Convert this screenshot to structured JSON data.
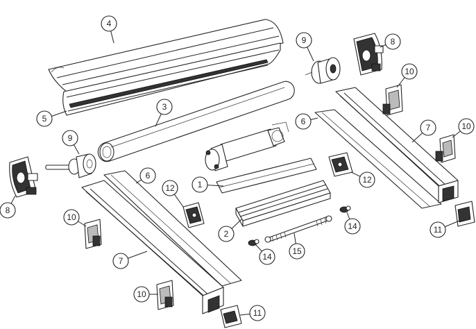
{
  "callouts": [
    {
      "id": "c1",
      "label": "1"
    },
    {
      "id": "c2",
      "label": "2"
    },
    {
      "id": "c3",
      "label": "3"
    },
    {
      "id": "c4",
      "label": "4"
    },
    {
      "id": "c5",
      "label": "5"
    },
    {
      "id": "c6a",
      "label": "6"
    },
    {
      "id": "c6b",
      "label": "6"
    },
    {
      "id": "c7a",
      "label": "7"
    },
    {
      "id": "c7b",
      "label": "7"
    },
    {
      "id": "c8a",
      "label": "8"
    },
    {
      "id": "c8b",
      "label": "8"
    },
    {
      "id": "c9a",
      "label": "9"
    },
    {
      "id": "c9b",
      "label": "9"
    },
    {
      "id": "c10a",
      "label": "10"
    },
    {
      "id": "c10b",
      "label": "10"
    },
    {
      "id": "c10c",
      "label": "10"
    },
    {
      "id": "c10d",
      "label": "10"
    },
    {
      "id": "c11a",
      "label": "11"
    },
    {
      "id": "c11b",
      "label": "11"
    },
    {
      "id": "c12a",
      "label": "12"
    },
    {
      "id": "c12b",
      "label": "12"
    },
    {
      "id": "c14a",
      "label": "14"
    },
    {
      "id": "c14b",
      "label": "14"
    },
    {
      "id": "c15",
      "label": "15"
    }
  ]
}
